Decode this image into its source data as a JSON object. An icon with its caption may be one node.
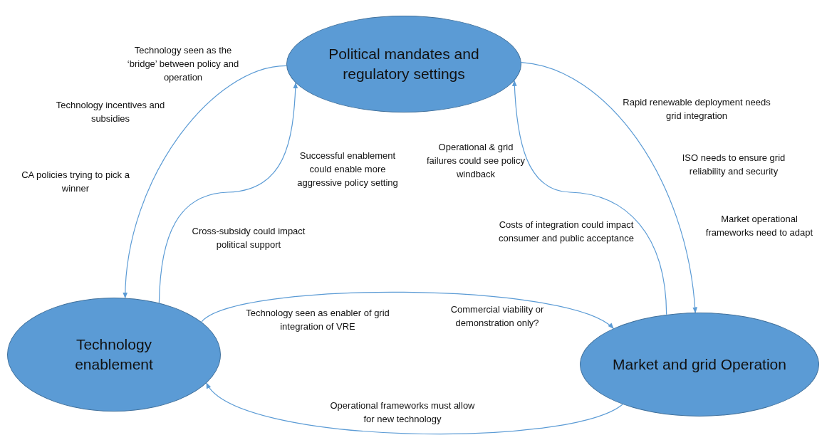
{
  "diagram": {
    "nodes": [
      {
        "text": [
          "Political mandates and regulatory settings"
        ]
      },
      {
        "text": [
          "Technology enablement"
        ]
      },
      {
        "text": [
          "Market and grid Operation"
        ]
      }
    ],
    "edges": [
      {
        "from": 0,
        "to": 1,
        "arrow": "to"
      },
      {
        "from": 1,
        "to": 0,
        "arrow": "to"
      },
      {
        "from": 0,
        "to": 2,
        "arrow": "to"
      },
      {
        "from": 2,
        "to": 0,
        "arrow": "to"
      },
      {
        "from": 1,
        "to": 2,
        "arrow": "to"
      },
      {
        "from": 2,
        "to": 1,
        "arrow": "to"
      }
    ],
    "labels": [
      "Technology seen as the ‘bridge’ between policy and operation",
      "Technology incentives and subsidies",
      "Rapid renewable deployment needs grid integration",
      "Successful enablement could enable more aggressive policy setting",
      "Operational & grid failures could see policy windback",
      "ISO needs to ensure grid reliability and security",
      "CA policies trying to pick a winner",
      "Market operational frameworks need to adapt",
      "Costs of integration could impact consumer and public acceptance",
      "Cross-subsidy could impact political support",
      "Technology seen as enabler of grid integration of VRE",
      "Commercial viability or demonstration only?",
      "Operational frameworks must allow for new technology"
    ]
  }
}
